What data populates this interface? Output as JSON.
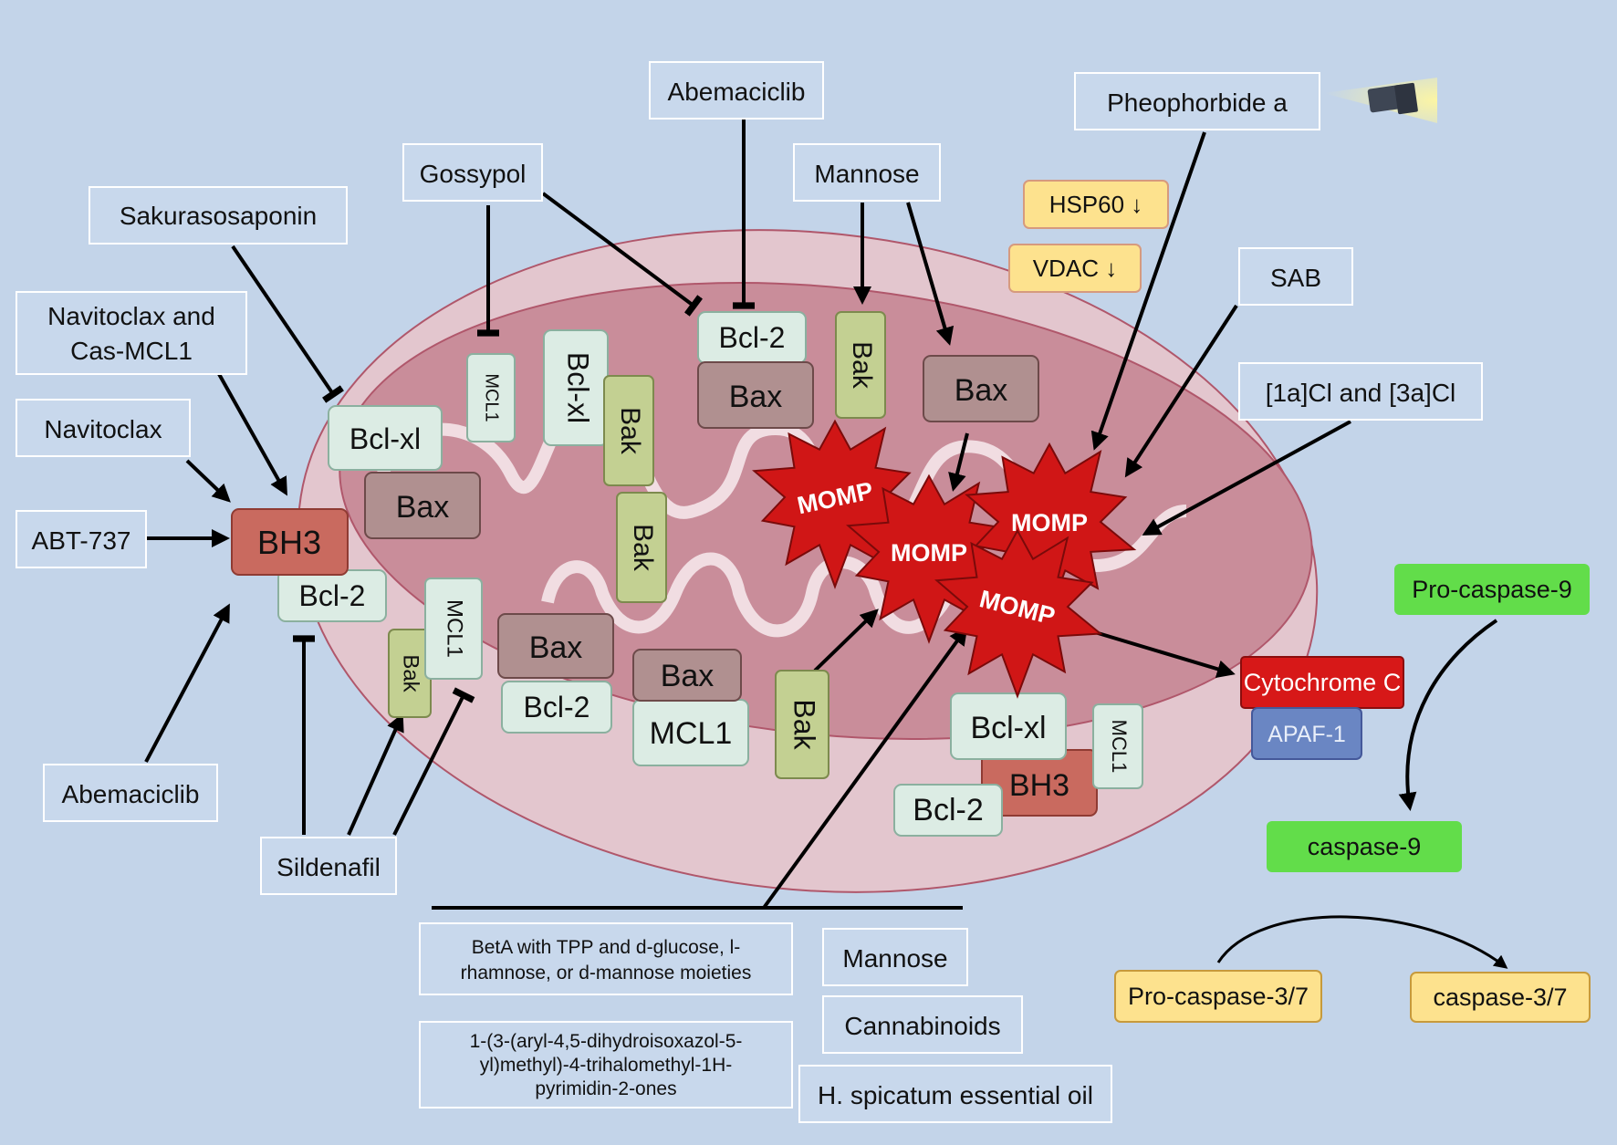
{
  "drugs": {
    "sakurasosaponin": "Sakurasosaponin",
    "navitoclax_cas_line1": "Navitoclax and",
    "navitoclax_cas_line2": "Cas-MCL1",
    "navitoclax": "Navitoclax",
    "abt737": "ABT-737",
    "abemaciclib_left": "Abemaciclib",
    "gossypol": "Gossypol",
    "abemaciclib_top": "Abemaciclib",
    "mannose_top": "Mannose",
    "pheophorbide": "Pheophorbide a",
    "sab": "SAB",
    "cl_complex": "[1a]Cl and [3a]Cl",
    "sildenafil": "Sildenafil",
    "beta_line1": "BetA with TPP and d-glucose, l-",
    "beta_line2": "rhamnose, or d-mannose moieties",
    "pyrimidin_line1": "1-(3-(aryl-4,5-dihydroisoxazol-5-",
    "pyrimidin_line2": "yl)methyl)-4-trihalomethyl-1H-",
    "pyrimidin_line3": "pyrimidin-2-ones",
    "mannose_bottom": "Mannose",
    "cannabinoids": "Cannabinoids",
    "hspicatum": "H. spicatum essential oil"
  },
  "markers": {
    "hsp60": "HSP60 ↓",
    "vdac": "VDAC ↓"
  },
  "proteins": {
    "bh3_left": "BH3",
    "bcl2_left": "Bcl-2",
    "bclxl_1": "Bcl-xl",
    "bax_1": "Bax",
    "mcl1_1": "MCL1",
    "bclxl_2": "Bcl-xl",
    "bak_1": "Bak",
    "bak_2": "Bak",
    "bcl2_top": "Bcl-2",
    "bax_top": "Bax",
    "bak_top": "Bak",
    "bax_right": "Bax",
    "mcl1_2": "MCL1",
    "bak_3": "Bak",
    "bax_2": "Bax",
    "bcl2_mid": "Bcl-2",
    "bax_3": "Bax",
    "mcl1_3": "MCL1",
    "bak_4": "Bak",
    "bclxl_3": "Bcl-xl",
    "bh3_right": "BH3",
    "bcl2_right": "Bcl-2",
    "mcl1_4": "MCL1"
  },
  "momp": {
    "label": "MOMP"
  },
  "cascade": {
    "cytochrome_c": "Cytochrome C",
    "apaf1": "APAF-1",
    "pro_caspase9": "Pro-caspase-9",
    "caspase9": "caspase-9",
    "pro_caspase37": "Pro-caspase-3/7",
    "caspase37": "caspase-3/7"
  },
  "colors": {
    "background": "#c3d4e9",
    "mito_outer": "#dfbfc8",
    "mito_inner": "#c98c99",
    "bh3": "#c96a5f",
    "bax": "#b09090",
    "bcl": "#dcece4",
    "bak": "#c3d092",
    "momp": "#d01616",
    "cytochrome": "#d71818",
    "apaf": "#6a86c3",
    "caspase_green": "#62dd4a",
    "caspase_yellow": "#fde28e",
    "marker_yellow": "#fde28e",
    "drug_box": "#c8d8ec"
  }
}
